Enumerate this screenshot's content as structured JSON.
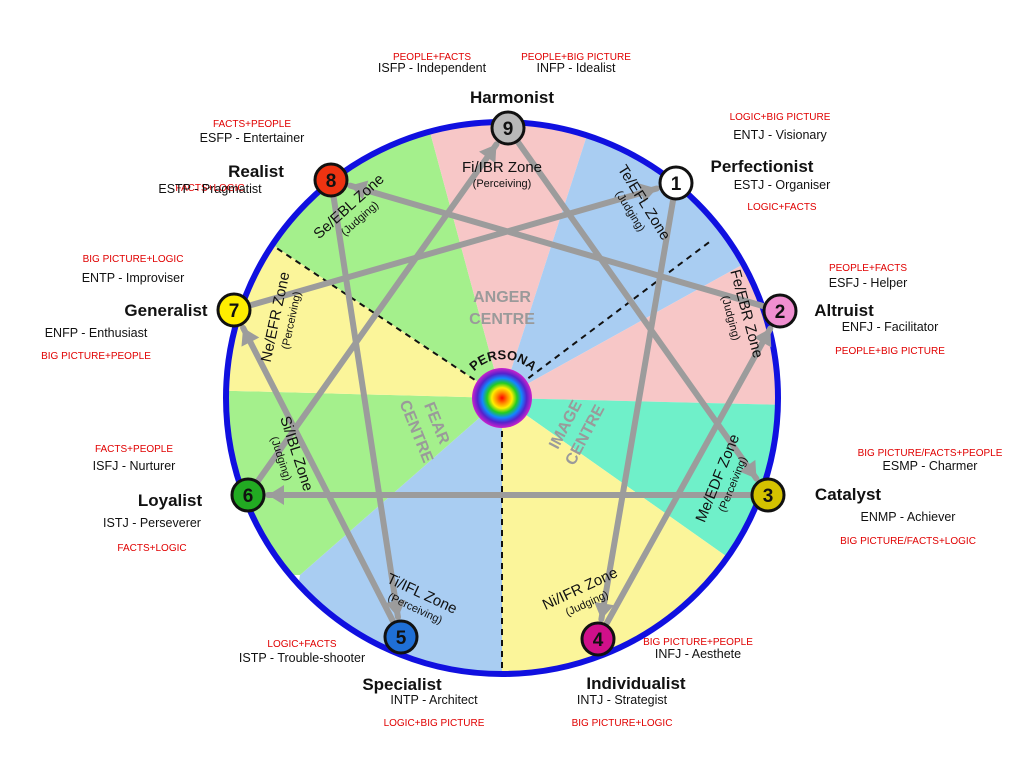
{
  "center": {
    "label": "PERSONA"
  },
  "centres": {
    "anger": [
      "ANGER",
      "CENTRE"
    ],
    "fear": [
      "FEAR",
      "CENTRE"
    ],
    "image": [
      "IMAGE",
      "CENTRE"
    ]
  },
  "zones": [
    {
      "name": "Fi/IBR Zone",
      "sub": "(Perceiving)"
    },
    {
      "name": "Te/EFL Zone",
      "sub": "(Judging)"
    },
    {
      "name": "Fe/EBR Zone",
      "sub": "(Judging)"
    },
    {
      "name": "Me/EDF Zone",
      "sub": "(Perceiving)"
    },
    {
      "name": "Ni/IFR Zone",
      "sub": "(Judging)"
    },
    {
      "name": "Ti/IFL Zone",
      "sub": "(Perceiving)"
    },
    {
      "name": "Si/IBL Zone",
      "sub": "(Judging)"
    },
    {
      "name": "Ne/EFR Zone",
      "sub": "(Perceiving)"
    },
    {
      "name": "Se/EBL Zone",
      "sub": "(Judging)"
    }
  ],
  "points": [
    {
      "num": "9",
      "color": "#b8b8b8",
      "title": "Harmonist",
      "types": [
        {
          "tag": "PEOPLE+FACTS",
          "name": "ISFP - Independent"
        },
        {
          "tag": "PEOPLE+BIG PICTURE",
          "name": "INFP - Idealist"
        }
      ]
    },
    {
      "num": "1",
      "color": "#ffffff",
      "title": "Perfectionist",
      "types": [
        {
          "tag": "LOGIC+BIG PICTURE",
          "name": "ENTJ - Visionary"
        },
        {
          "tag": "LOGIC+FACTS",
          "name": "ESTJ - Organiser"
        }
      ]
    },
    {
      "num": "2",
      "color": "#f08fd0",
      "title": "Altruist",
      "types": [
        {
          "tag": "PEOPLE+FACTS",
          "name": "ESFJ - Helper"
        },
        {
          "tag": "PEOPLE+BIG PICTURE",
          "name": "ENFJ - Facilitator"
        }
      ]
    },
    {
      "num": "3",
      "color": "#d4c200",
      "title": "Catalyst",
      "types": [
        {
          "tag": "BIG PICTURE/FACTS+PEOPLE",
          "name": "ESMP - Charmer"
        },
        {
          "tag": "BIG PICTURE/FACTS+LOGIC",
          "name": "ENMP - Achiever"
        }
      ]
    },
    {
      "num": "4",
      "color": "#d0108a",
      "title": "Individualist",
      "types": [
        {
          "tag": "BIG PICTURE+PEOPLE",
          "name": "INFJ - Aesthete"
        },
        {
          "tag": "BIG PICTURE+LOGIC",
          "name": "INTJ - Strategist"
        }
      ]
    },
    {
      "num": "5",
      "color": "#1f6fd6",
      "title": "Specialist",
      "types": [
        {
          "tag": "LOGIC+FACTS",
          "name": "ISTP - Trouble-shooter"
        },
        {
          "tag": "LOGIC+BIG PICTURE",
          "name": "INTP - Architect"
        }
      ]
    },
    {
      "num": "6",
      "color": "#22aa22",
      "title": "Loyalist",
      "types": [
        {
          "tag": "FACTS+PEOPLE",
          "name": "ISFJ - Nurturer"
        },
        {
          "tag": "FACTS+LOGIC",
          "name": "ISTJ - Perseverer"
        }
      ]
    },
    {
      "num": "7",
      "color": "#ffee00",
      "title": "Generalist",
      "types": [
        {
          "tag": "BIG PICTURE+LOGIC",
          "name": "ENTP - Improviser"
        },
        {
          "tag": "BIG PICTURE+PEOPLE",
          "name": "ENFP - Enthusiast"
        }
      ]
    },
    {
      "num": "8",
      "color": "#ee3311",
      "title": "Realist",
      "types": [
        {
          "tag": "FACTS+PEOPLE",
          "name": "ESFP - Entertainer"
        },
        {
          "tag": "FACTS+LOGIC",
          "name": "ESTP - Pragmatist"
        }
      ]
    }
  ],
  "colors": {
    "ring": "#1010e0",
    "anger_fill": "#f7c7c7",
    "fear_green": "#a4f08c",
    "fear_yellow": "#fbf59a",
    "blue_fill": "#a9cdf2",
    "teal_fill": "#6ff0c9",
    "yellow_fill": "#fbf59a",
    "lines": "#9c9c9c",
    "tags": "#e00000"
  }
}
